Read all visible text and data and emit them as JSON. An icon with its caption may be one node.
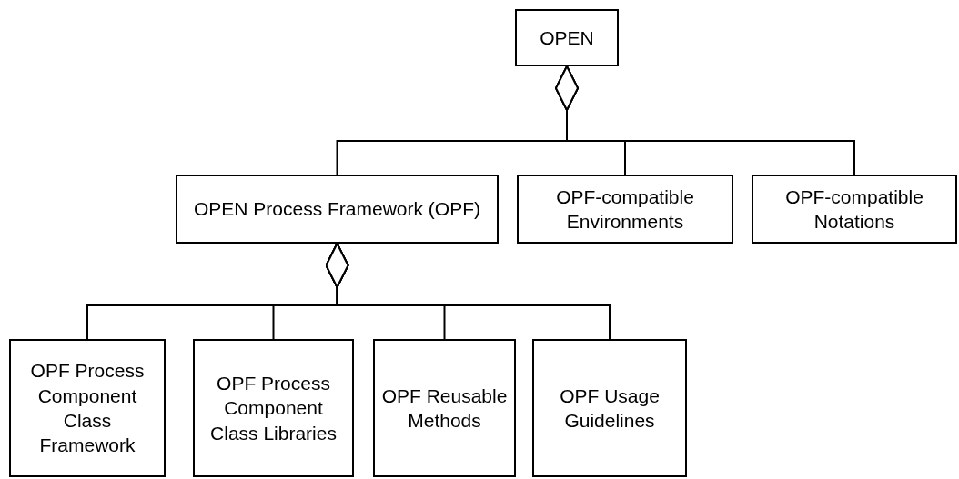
{
  "diagram": {
    "nodes": [
      {
        "text": [
          "OPEN"
        ]
      },
      {
        "text": [
          "OPEN Process Framework (OPF)"
        ]
      },
      {
        "text": [
          "OPF-compatible Environments"
        ]
      },
      {
        "text": [
          "OPF-compatible Notations"
        ]
      },
      {
        "text": [
          "OPF Process Component Class Framework"
        ]
      },
      {
        "text": [
          "OPF Process Component Class Libraries"
        ]
      },
      {
        "text": [
          "OPF Reusable Methods"
        ]
      },
      {
        "text": [
          "OPF Usage Guidelines"
        ]
      }
    ],
    "edges": [
      {
        "from": 1,
        "to": 0,
        "arrow": "other"
      },
      {
        "from": 2,
        "to": 0,
        "arrow": "other"
      },
      {
        "from": 3,
        "to": 0,
        "arrow": "other"
      },
      {
        "from": 4,
        "to": 1,
        "arrow": "other"
      },
      {
        "from": 5,
        "to": 1,
        "arrow": "other"
      },
      {
        "from": 6,
        "to": 1,
        "arrow": "other"
      },
      {
        "from": 7,
        "to": 1,
        "arrow": "other"
      }
    ]
  }
}
